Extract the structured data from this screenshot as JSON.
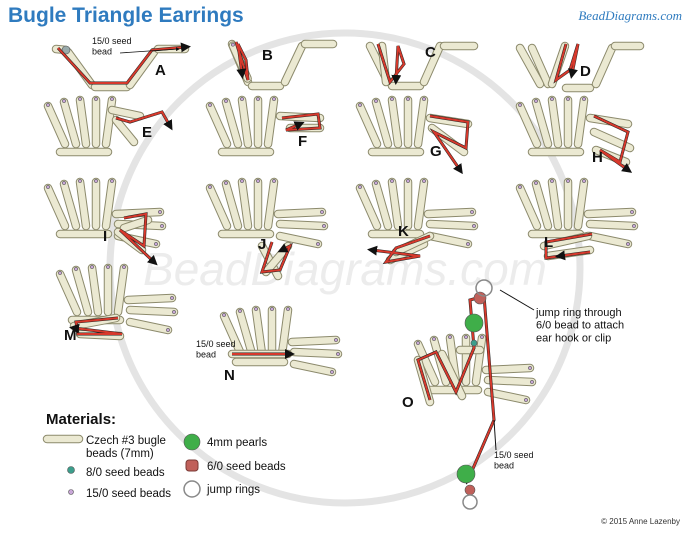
{
  "title": "Bugle Triangle Earrings",
  "brand": "BeadDiagrams.com",
  "watermark": "BeadDiagrams.com",
  "copyright": "© 2015 Anne Lazenby",
  "step_labels": [
    "A",
    "B",
    "C",
    "D",
    "E",
    "F",
    "G",
    "H",
    "I",
    "J",
    "K",
    "L",
    "M",
    "N",
    "O"
  ],
  "annotations": {
    "seed_bead_a": "15/0 seed\nbead",
    "seed_bead_n": "15/0 seed\nbead",
    "seed_bead_o": "15/0 seed\nbead",
    "jump_ring_note": "jump ring through\n6/0 bead to attach\near hook or clip"
  },
  "materials": {
    "heading": "Materials:",
    "items": [
      {
        "label": "Czech #3 bugle\nbeads (7mm)",
        "icon": "bugle-bead-icon"
      },
      {
        "label": "8/0 seed beads",
        "icon": "teal-seed-bead-icon"
      },
      {
        "label": "15/0 seed beads",
        "icon": "small-seed-bead-icon"
      },
      {
        "label": "4mm pearls",
        "icon": "green-pearl-icon"
      },
      {
        "label": "6/0 seed beads",
        "icon": "red-seed-bead-icon"
      },
      {
        "label": "jump rings",
        "icon": "jump-ring-icon"
      }
    ]
  },
  "colors": {
    "title": "#2f7bbf",
    "bugle_fill": "#ebe9d2",
    "bugle_stroke": "#8c8a6c",
    "thread": "#d7392c",
    "seed_15": "#c9a7d8",
    "seed_8": "#3c9e8c",
    "pearl": "#3fae49",
    "seed_6": "#c0605a"
  }
}
